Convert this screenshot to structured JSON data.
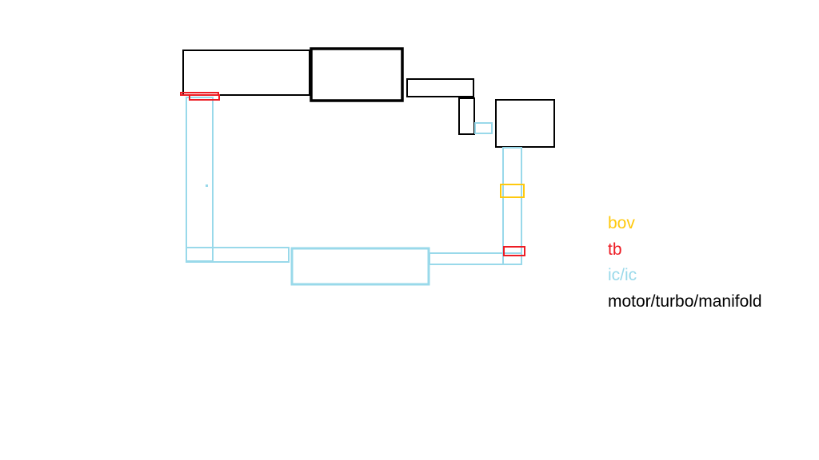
{
  "colors": {
    "bov": "#FFC90E",
    "tb": "#ED1C24",
    "ic": "#99D9EA",
    "engine": "#000000"
  },
  "legend": [
    {
      "label": "bov",
      "color": "#FFC90E"
    },
    {
      "label": "tb",
      "color": "#ED1C24"
    },
    {
      "label": "ic/ic",
      "color": "#99D9EA"
    },
    {
      "label": "motor/turbo/manifold",
      "color": "#000000"
    }
  ]
}
